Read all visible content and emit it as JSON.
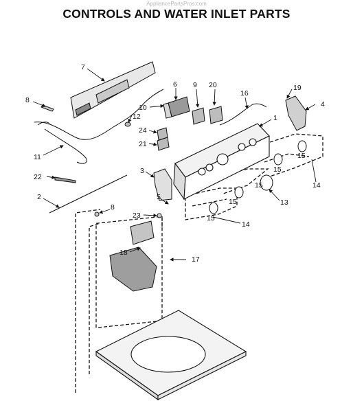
{
  "watermark": "AppliancePartsPros.com",
  "title": "CONTROLS AND WATER INLET PARTS",
  "callouts": [
    "7",
    "6",
    "9",
    "20",
    "16",
    "19",
    "8",
    "10",
    "12",
    "1",
    "4",
    "24",
    "11",
    "21",
    "15",
    "15",
    "15",
    "15",
    "3",
    "22",
    "14",
    "2",
    "8",
    "5",
    "13",
    "15",
    "23",
    "15",
    "14",
    "18",
    "17"
  ]
}
